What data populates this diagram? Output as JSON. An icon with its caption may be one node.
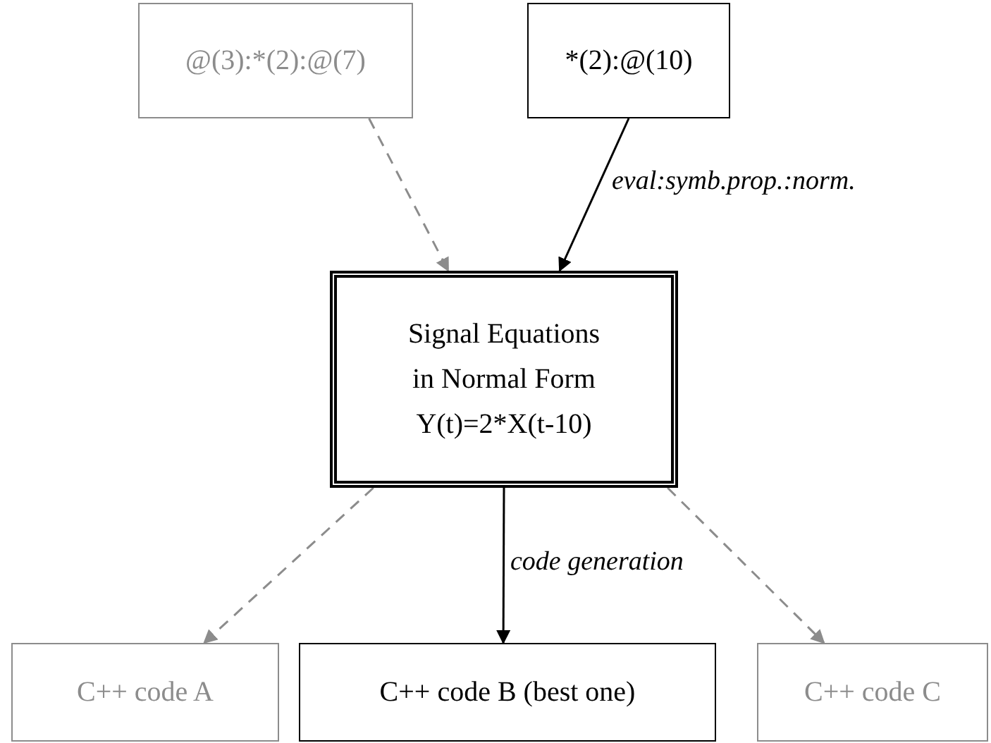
{
  "diagram": {
    "nodes": [
      {
        "text": [
          "@(3):*(2):@(7)"
        ]
      },
      {
        "text": [
          "*(2):@(10)"
        ]
      },
      {
        "text": [
          "Signal Equations in Normal Form",
          "Y(t)=2*X(t-10)"
        ]
      },
      {
        "text": [
          "C++ code A"
        ]
      },
      {
        "text": [
          "C++ code B (best one)"
        ]
      },
      {
        "text": [
          "C++ code C"
        ]
      }
    ],
    "edges": [
      {
        "from": 0,
        "to": 2,
        "arrow": "to",
        "style": "dashed",
        "color": "#8c8c8c"
      },
      {
        "from": 1,
        "to": 2,
        "arrow": "to",
        "label": "eval:symb.prop.:norm.",
        "color": "#000000"
      },
      {
        "from": 2,
        "to": 3,
        "arrow": "to",
        "style": "dashed",
        "color": "#8c8c8c"
      },
      {
        "from": 2,
        "to": 4,
        "arrow": "to",
        "label": "code generation",
        "color": "#000000"
      },
      {
        "from": 2,
        "to": 5,
        "arrow": "to",
        "style": "dashed",
        "color": "#8c8c8c"
      }
    ]
  }
}
